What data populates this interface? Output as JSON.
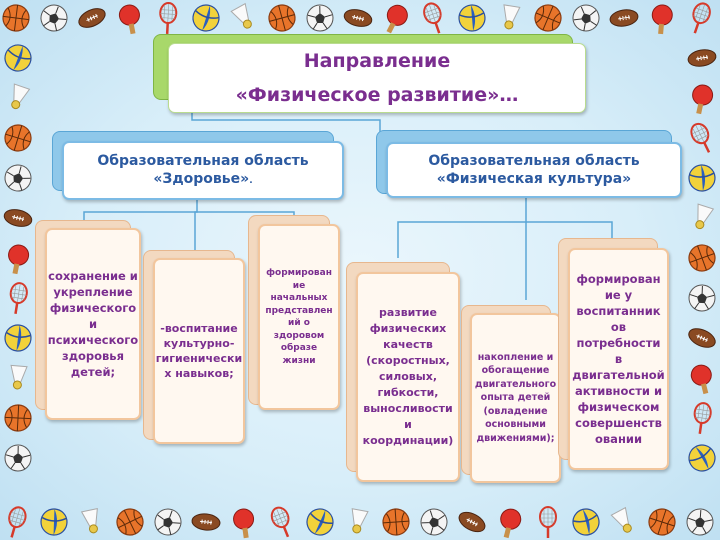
{
  "diagram": {
    "root": {
      "line1": "Направление",
      "line2": "«Физическое развитие»…"
    },
    "areas": [
      {
        "title": "Образовательная область\n«Здоровье»",
        "title_suffix": ".",
        "items": [
          "сохранение и\nукрепление\nфизического\nи\nпсихического\nздоровья\nдетей;",
          "-воспитание\nкультурно-\nгигиенически\nх навыков;",
          "формирован\nие\nначальных\nпредставлен\nий о\nздоровом\nобразе\nжизни"
        ]
      },
      {
        "title": "Образовательная область\n«Физическая культура»",
        "items": [
          "развитие\nфизических\nкачеств\n(скоростных,\nсиловых,\nгибкости,\nвыносливости\nи\nкоординации)",
          "накопление и\nобогащение\nдвигательного\nопыта детей\n(овладение\nосновными\nдвижениями);",
          "формирован\nие у\nвоспитанник\nов\nпотребности\nв\nдвигательной\nактивности и\nфизическом\nсовершенств\nовании"
        ]
      }
    ]
  },
  "decor": {
    "border_icons": [
      "basketball-icon",
      "tennis-racket-icon",
      "soccer-ball-icon",
      "volleyball-icon",
      "rugby-ball-icon",
      "badminton-shuttlecock-icon",
      "ping-pong-paddle-icon"
    ]
  },
  "colors": {
    "title_text": "#7a2e8f",
    "area_text": "#2c5aa0",
    "item_text": "#7a2e8f",
    "connector": "#5aa6d6"
  }
}
